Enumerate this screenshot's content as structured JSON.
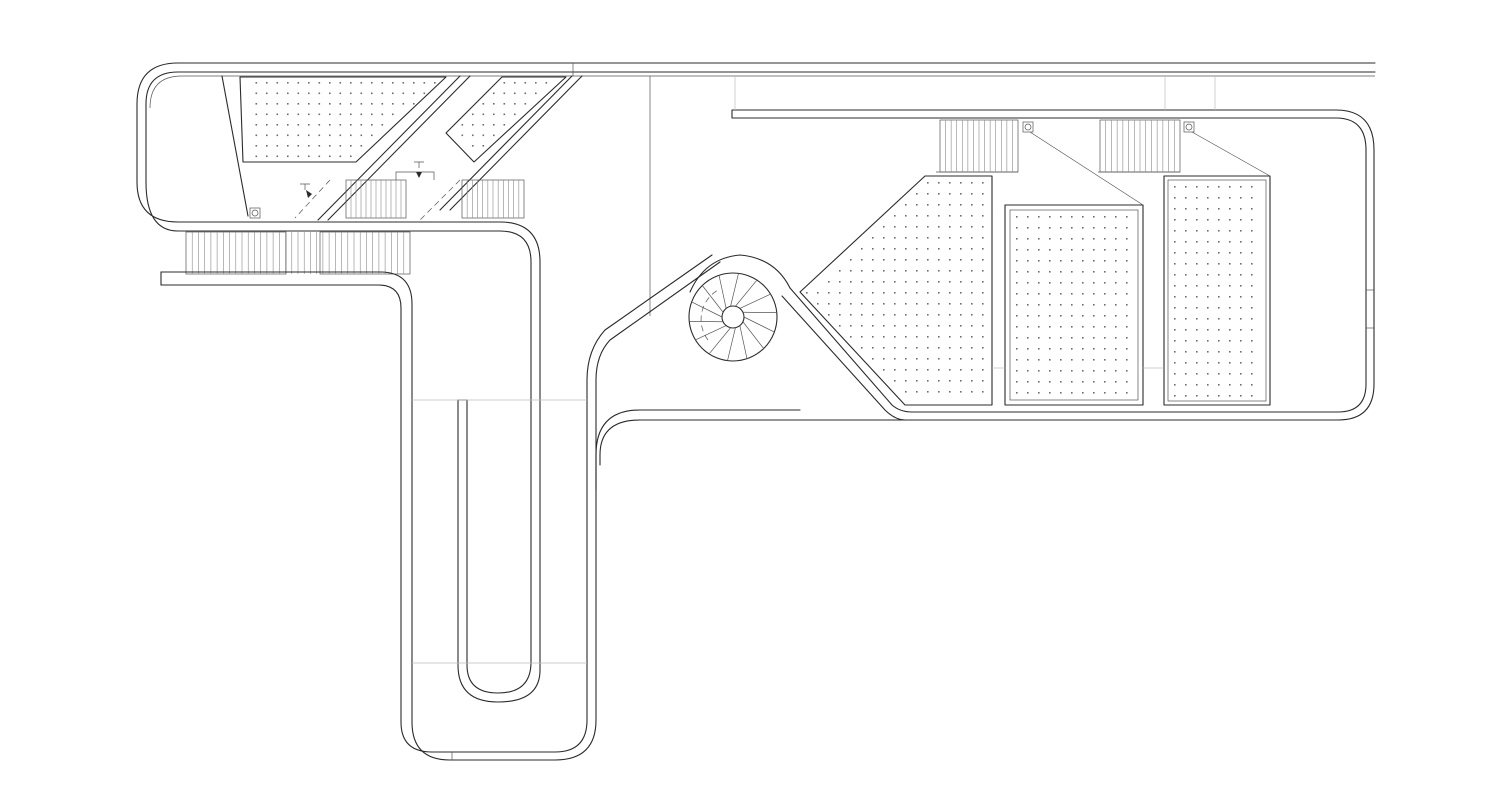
{
  "drawing": {
    "kind": "floor-plan",
    "colors": {
      "line": "#2b2b2b",
      "fill": "#6e6e6e",
      "background": "#ffffff"
    },
    "elements": [
      "outer-wall",
      "inner-wall",
      "ramp",
      "spiral-stair",
      "straight-stair",
      "perforated-panel",
      "handrail-loop",
      "section-marker"
    ]
  }
}
